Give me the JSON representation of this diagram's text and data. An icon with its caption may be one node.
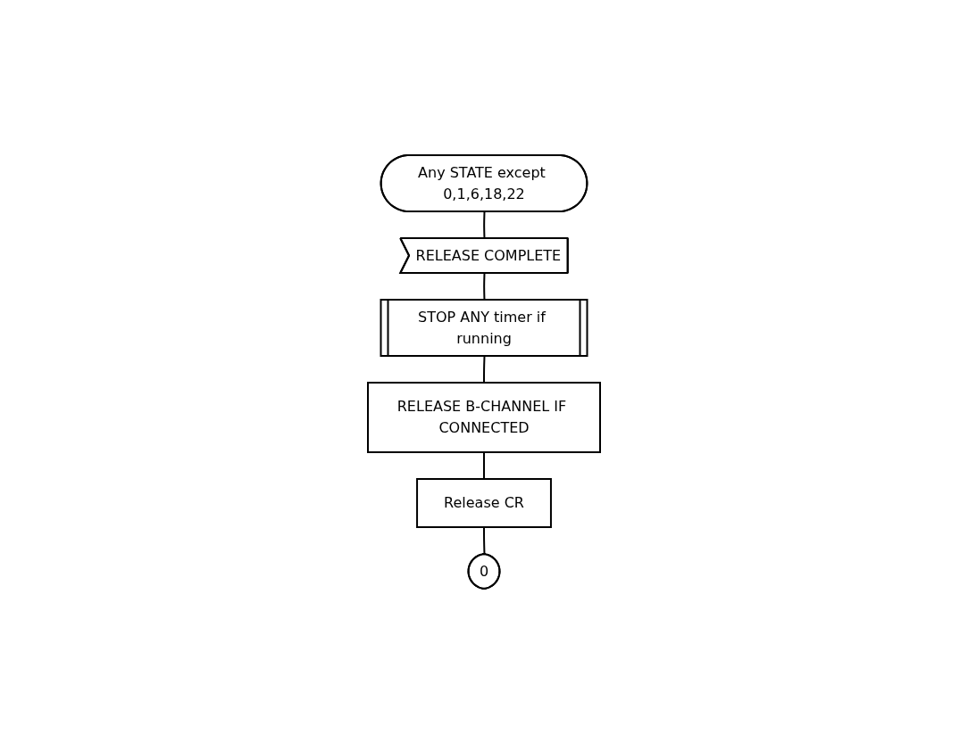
{
  "diagram": {
    "nodes": [
      {
        "text": [
          "Any STATE except 0,1,6,18,22"
        ]
      },
      {
        "text": [
          "RELEASE COMPLETE"
        ]
      },
      {
        "text": [
          "STOP ANY timer if running"
        ]
      },
      {
        "text": [
          "RELEASE B-CHANNEL IF CONNECTED"
        ]
      },
      {
        "text": [
          "Release CR"
        ]
      },
      {
        "text": [
          "0"
        ]
      }
    ],
    "edges": [
      {
        "from": 0,
        "to": 1,
        "arrow": "none"
      },
      {
        "from": 1,
        "to": 2,
        "arrow": "none"
      },
      {
        "from": 2,
        "to": 3,
        "arrow": "none"
      },
      {
        "from": 3,
        "to": 4,
        "arrow": "none"
      },
      {
        "from": 4,
        "to": 5,
        "arrow": "none"
      }
    ]
  }
}
